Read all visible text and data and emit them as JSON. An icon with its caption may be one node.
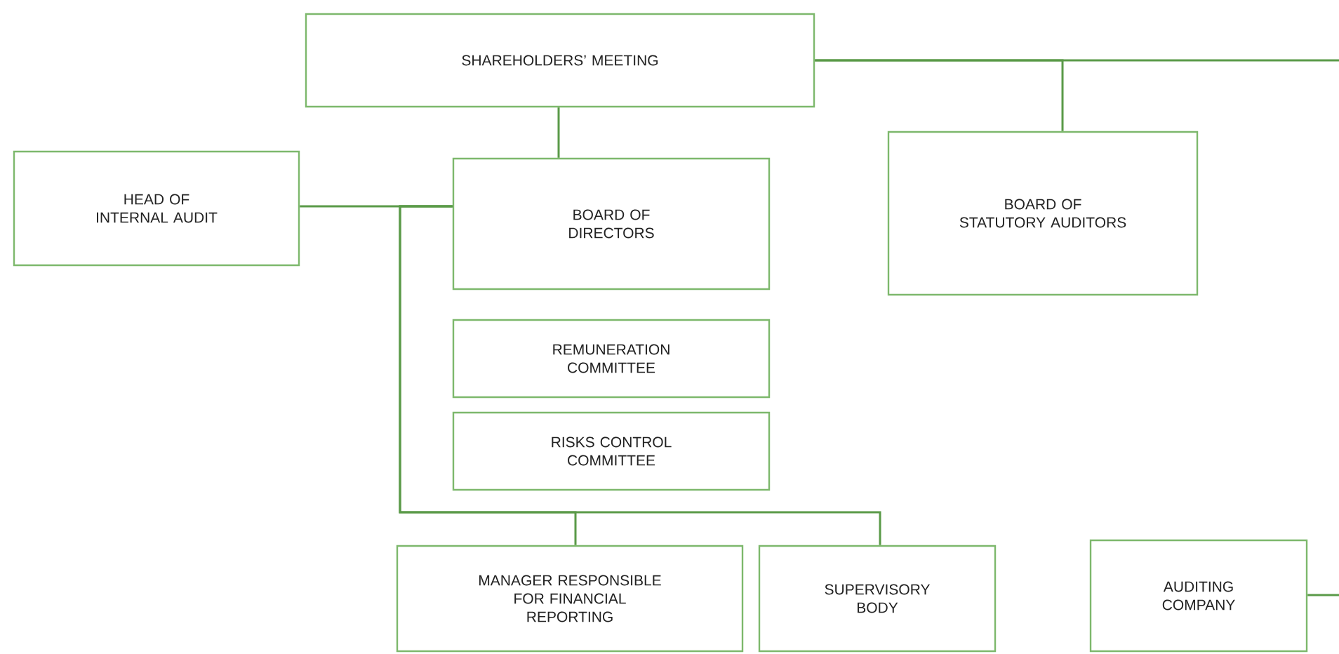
{
  "diagram": {
    "nodes": [
      {
        "text": [
          "SHAREHOLDERS’ MEETING"
        ]
      },
      {
        "text": [
          "HEAD OF INTERNAL AUDIT"
        ]
      },
      {
        "text": [
          "BOARD OF DIRECTORS"
        ]
      },
      {
        "text": [
          "BOARD OF STATUTORY AUDITORS"
        ]
      },
      {
        "text": [
          "REMUNERATION COMMITTEE"
        ]
      },
      {
        "text": [
          "RISKS CONTROL COMMITTEE"
        ]
      },
      {
        "text": [
          "MANAGER RESPONSIBLE FOR FINANCIAL REPORTING"
        ]
      },
      {
        "text": [
          "SUPERVISORY BODY"
        ]
      },
      {
        "text": [
          "AUDITING COMPANY"
        ]
      }
    ],
    "edges": [
      {
        "from": 0,
        "to": 2,
        "arrow": "none"
      },
      {
        "from": 0,
        "to": 3,
        "arrow": "none"
      },
      {
        "from": 0,
        "to": null,
        "arrow": "none"
      },
      {
        "from": 1,
        "to": 2,
        "arrow": "none"
      },
      {
        "from": 2,
        "to": 6,
        "arrow": "none"
      },
      {
        "from": 2,
        "to": 7,
        "arrow": "none"
      },
      {
        "from": 8,
        "to": null,
        "arrow": "none"
      }
    ]
  }
}
